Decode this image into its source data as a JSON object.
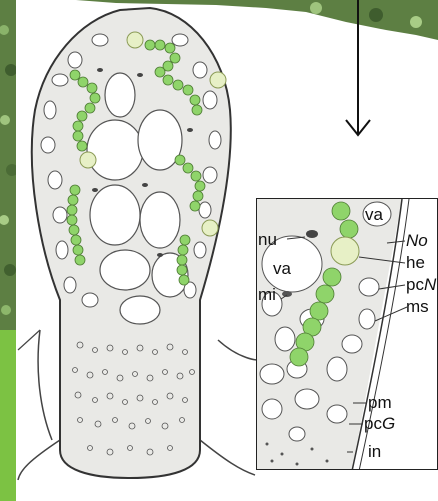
{
  "figure": {
    "labels": {
      "nu": "nu",
      "va_top": "va",
      "va_left": "va",
      "no": "No",
      "he": "he",
      "pcn": "pcN",
      "ms": "ms",
      "mi": "mi",
      "pm": "pm",
      "pcg": "pcG",
      "in": "in"
    },
    "colors": {
      "cell_outline": "#333333",
      "cytoplasm": "#e9e9e6",
      "vacuole": "#ffffff",
      "cyanobacteria": "#8fd46a",
      "heterocyst": "#e7f0c6",
      "green_bar": "#7cc243",
      "moss_background": "#6b8f4a"
    },
    "icons": [
      "down-arrow-icon"
    ]
  }
}
